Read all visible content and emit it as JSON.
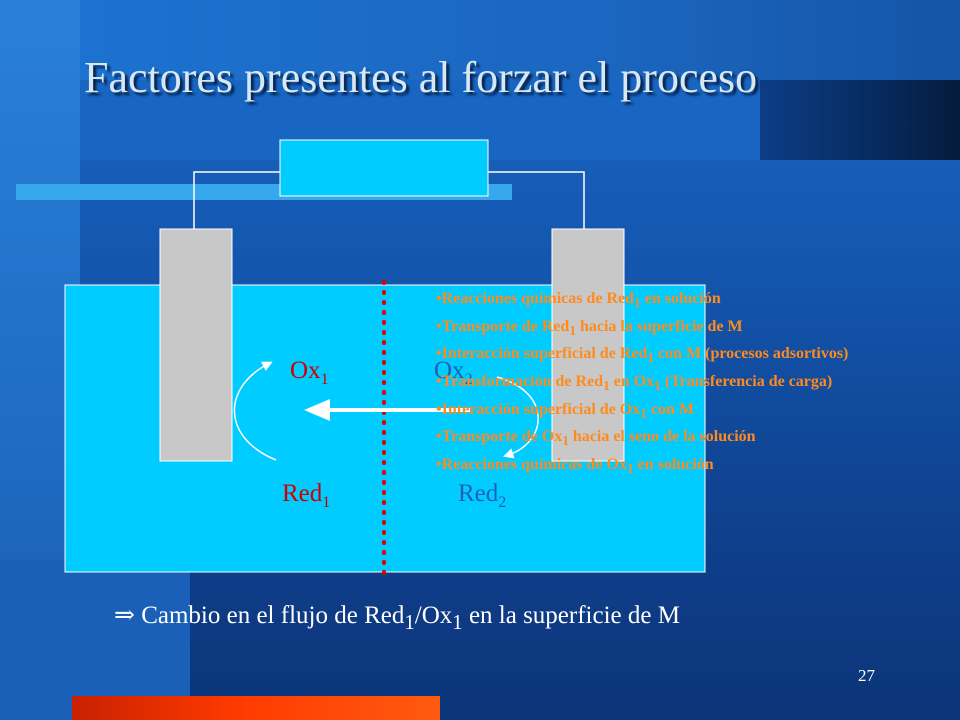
{
  "slide": {
    "title": "Factores presentes al forzar el proceso",
    "page_number": "27"
  },
  "diagram": {
    "labels": {
      "ox1": {
        "base": "Ox",
        "sub": "1"
      },
      "red1": {
        "base": "Red",
        "sub": "1"
      },
      "ox2": {
        "base": "Ox",
        "sub": "2"
      },
      "red2": {
        "base": "Red",
        "sub": "2"
      }
    },
    "colors": {
      "solution": "#00ccff",
      "electrode": "#c8c8c8",
      "separator": "#dd0000",
      "arrow": "#ffffff",
      "bullet_text": "#ff8a1e",
      "label_text": "#cc0000"
    }
  },
  "factors": [
    {
      "pre": "Reacciones químicas de Red",
      "sub": "1",
      "post": " en solución"
    },
    {
      "pre": "Transporte de Red",
      "sub": "1",
      "post": " hacia la superficie de M"
    },
    {
      "pre": "Interacción superficial de Red",
      "sub": "1",
      "post": " con M (procesos adsortivos)"
    },
    {
      "pre": "Transformación de Red",
      "sub": "1",
      "mid": " en Ox",
      "sub2": "1",
      "post": " (Transferencia de carga)"
    },
    {
      "pre": "Interacción superficial de Ox",
      "sub": "1",
      "post": " con M"
    },
    {
      "pre": "Transporte de Ox",
      "sub": "1",
      "post": " hacia el seno de la solución"
    },
    {
      "pre": "Reacciones químicas de Ox",
      "sub": "1",
      "post": " en solución"
    }
  ],
  "conclusion": {
    "symbol": "⇒",
    "text_pre": " Cambio en el flujo de Red",
    "sub1": "1",
    "text_mid": "/Ox",
    "sub2": "1",
    "text_post": " en la superficie de M"
  }
}
